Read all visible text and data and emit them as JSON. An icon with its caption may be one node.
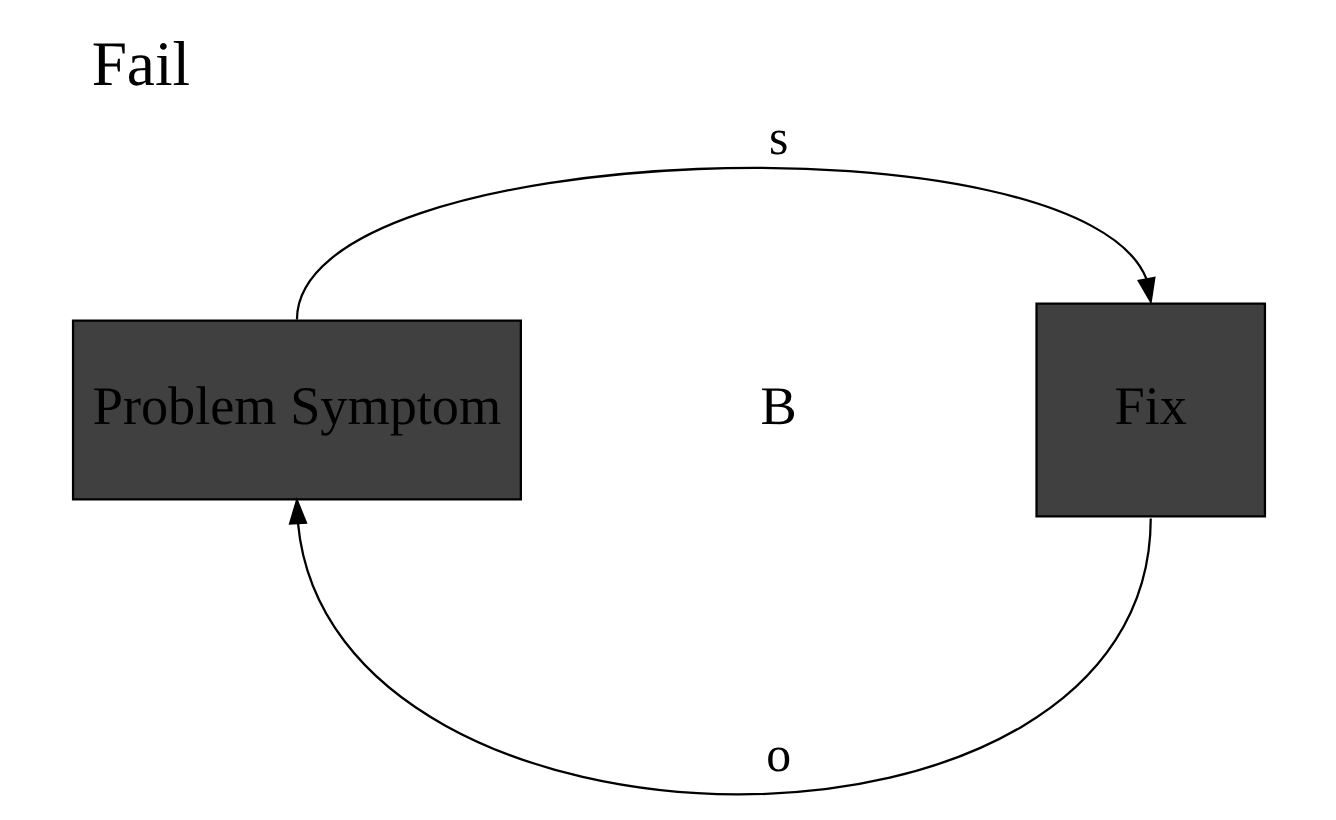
{
  "diagram": {
    "title": "Fail",
    "nodes": [
      {
        "text": [
          "Problem Symptom"
        ]
      },
      {
        "text": [
          "Fix"
        ]
      }
    ],
    "edges": [
      {
        "from": 0,
        "to": 1,
        "arrow": "to",
        "label": "s"
      },
      {
        "from": 1,
        "to": 0,
        "arrow": "to",
        "label": "o"
      }
    ],
    "labels": [
      "B"
    ]
  }
}
